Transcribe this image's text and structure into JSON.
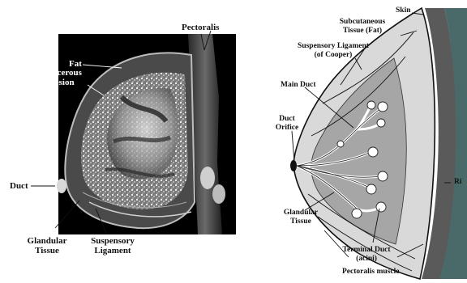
{
  "mri_panel": {
    "labels": {
      "pectoralis": "Pectoralis",
      "fat": "Fat",
      "cancerous_lesion": "Cancerous\nLesion",
      "duct": "Duct",
      "glandular_tissue": "Glandular\nTissue",
      "suspensory_ligament": "Suspensory\nLigament"
    }
  },
  "anatomy_panel": {
    "labels": {
      "skin": "Skin",
      "subcutaneous_tissue": "Subcutaneous\nTissue (Fat)",
      "suspensory_ligament_cooper": "Suspensory Ligament\n(of Cooper)",
      "main_duct": "Main Duct",
      "duct_orifice": "Duct\nOrifice",
      "ribs": "Ri",
      "glandular_tissue": "Glandular\nTissue",
      "terminal_duct": "Terminal Duct\n(acini)",
      "pectoralis_muscle": "Pectoralis muscle"
    }
  },
  "colors": {
    "background": "#ffffff",
    "mri_black": "#000000",
    "subcutaneous_fat": "#d9d9d9",
    "glandular": "#a6a6a6",
    "muscle": "#5a5a5a",
    "rib_band": "#4a6a6a",
    "ink": "#111111"
  }
}
